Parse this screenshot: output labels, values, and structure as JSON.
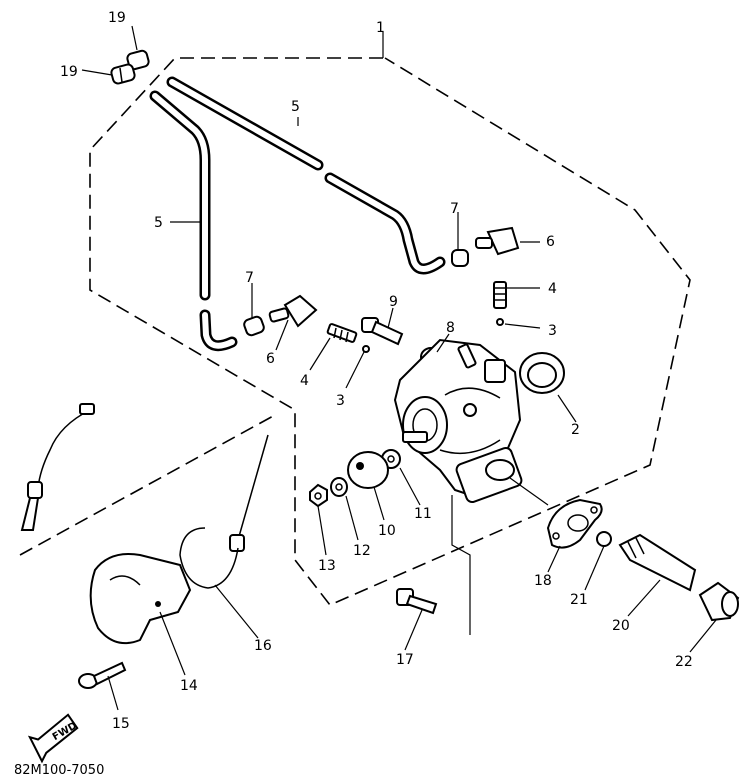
{
  "diagram_code": "82M100-7050",
  "fwd_label": "FWD",
  "callouts": {
    "c1": "1",
    "c2": "2",
    "c3a": "3",
    "c3b": "3",
    "c4a": "4",
    "c4b": "4",
    "c5a": "5",
    "c5b": "5",
    "c6a": "6",
    "c6b": "6",
    "c7a": "7",
    "c7b": "7",
    "c8": "8",
    "c9": "9",
    "c10": "10",
    "c11": "11",
    "c12": "12",
    "c13": "13",
    "c14": "14",
    "c15": "15",
    "c16": "16",
    "c17": "17",
    "c18": "18",
    "c19a": "19",
    "c19b": "19",
    "c20": "20",
    "c21": "21",
    "c22": "22"
  }
}
